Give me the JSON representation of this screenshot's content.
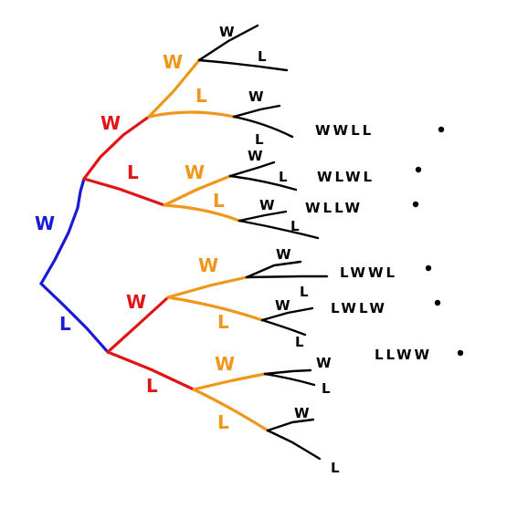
{
  "level1": {
    "win": "W",
    "loss": "L"
  },
  "level2": {
    "upper": {
      "win": "W",
      "loss": "L"
    },
    "lower": {
      "win": "W",
      "loss": "L"
    }
  },
  "level3": {
    "a": {
      "win": "W",
      "loss": "L"
    },
    "b": {
      "win": "W",
      "loss": "L"
    },
    "c": {
      "win": "W",
      "loss": "L"
    },
    "d": {
      "win": "W",
      "loss": "L"
    }
  },
  "leaves": [
    "W",
    "L",
    "W",
    "L",
    "W",
    "L",
    "W",
    "L",
    "W",
    "L",
    "W",
    "L",
    "W",
    "L",
    "W",
    "L"
  ],
  "sequences": [
    "WWLL",
    "WLWL",
    "WLLW",
    "LWWL",
    "LWLW",
    "LLWW"
  ],
  "colors": {
    "level1": "#1a1ad6",
    "level2": "#e01515",
    "level3": "#f0961a",
    "level4": "#000000"
  }
}
